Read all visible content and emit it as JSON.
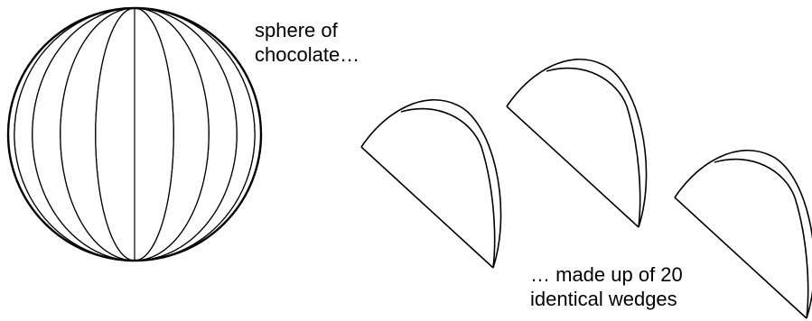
{
  "captions": {
    "sphere": {
      "line1": "sphere of",
      "line2": "chocolate…"
    },
    "wedges": {
      "line1": "… made up of 20",
      "line2": "identical wedges"
    }
  },
  "figure": {
    "stroke_color": "#000000",
    "background_color": "#ffffff",
    "sphere_meridian_count": 20,
    "wedges_drawn": 3
  }
}
